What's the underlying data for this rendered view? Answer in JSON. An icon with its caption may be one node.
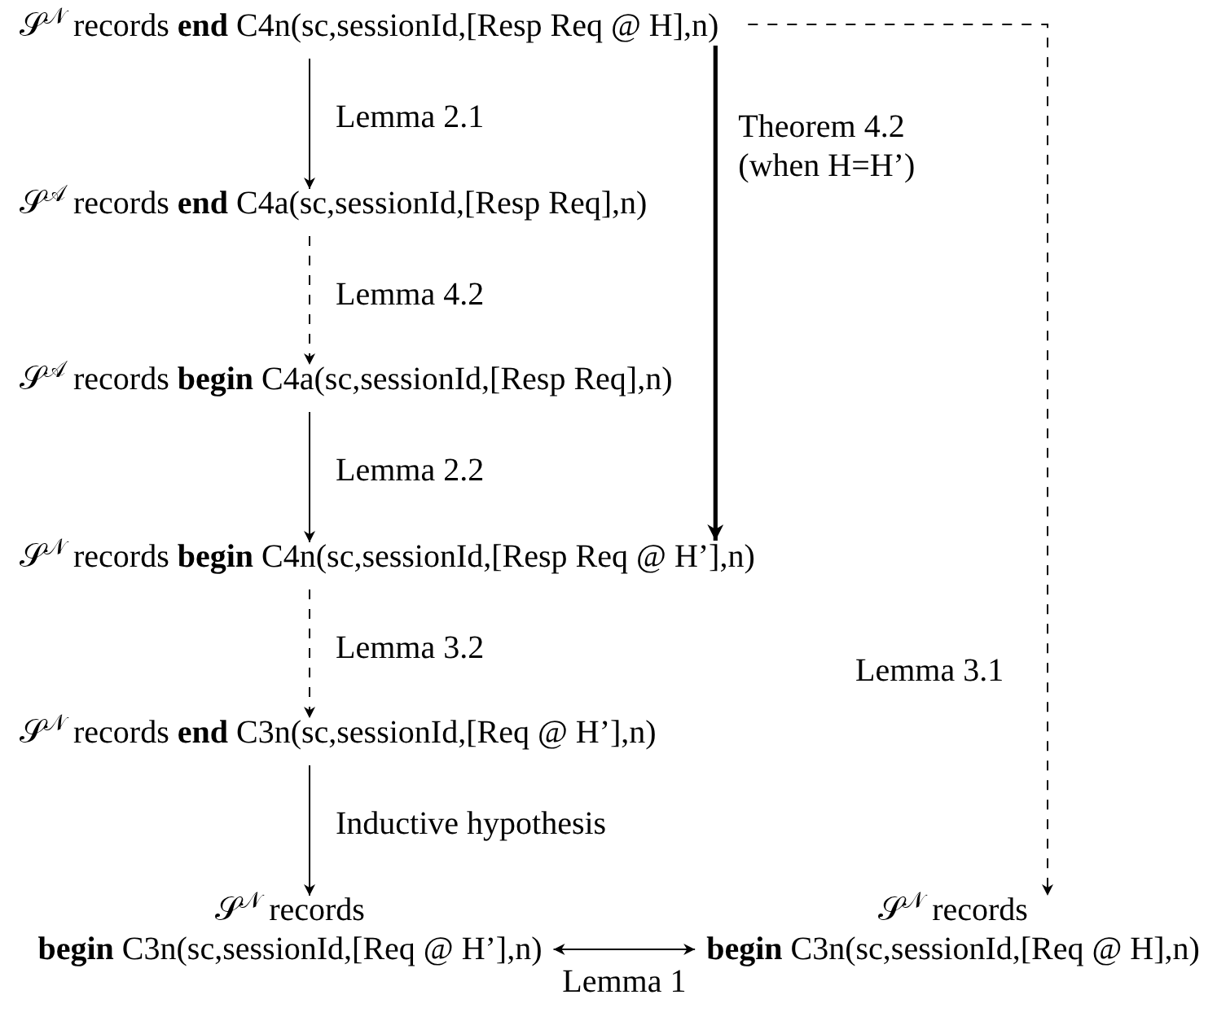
{
  "diagram": {
    "nodes": [
      {
        "text": [
          "𝒮$^{𝒩}$ records **end** C4n(sc,sessionId,[Resp Req @ H],n)"
        ]
      },
      {
        "text": [
          "𝒮$^{𝒜}$ records **end** C4a(sc,sessionId,[Resp Req],n)"
        ]
      },
      {
        "text": [
          "𝒮$^{𝒜}$ records **begin** C4a(sc,sessionId,[Resp Req],n)"
        ]
      },
      {
        "text": [
          "𝒮$^{𝒩}$ records **begin** C4n(sc,sessionId,[Resp Req @ H’],n)"
        ]
      },
      {
        "text": [
          "𝒮$^{𝒩}$ records **end** C3n(sc,sessionId,[Req @ H’],n)"
        ]
      },
      {
        "text": [
          "𝒮$^{𝒩}$ records",
          "**begin** C3n(sc,sessionId,[Req @ H’],n)"
        ]
      },
      {
        "text": [
          "𝒮$^{𝒩}$ records",
          "**begin** C3n(sc,sessionId,[Req @ H],n)"
        ]
      }
    ],
    "edges": [
      {
        "from": 0,
        "to": 1,
        "arrow": "to",
        "label": "Lemma 2.1"
      },
      {
        "from": 1,
        "to": 2,
        "arrow": "to",
        "label": "Lemma 4.2",
        "style": "dashed"
      },
      {
        "from": 2,
        "to": 3,
        "arrow": "to",
        "label": "Lemma 2.2"
      },
      {
        "from": 3,
        "to": 4,
        "arrow": "to",
        "label": "Lemma 3.2",
        "style": "dashed"
      },
      {
        "from": 4,
        "to": 5,
        "arrow": "to",
        "label": "Inductive hypothesis"
      },
      {
        "from": 0,
        "to": 3,
        "arrow": "to",
        "label": "Theorem 4.2 (when H=H’)",
        "style": "thick"
      },
      {
        "from": 0,
        "to": 6,
        "arrow": "to",
        "label": "Lemma 3.1",
        "style": "dashed"
      },
      {
        "from": 5,
        "to": 6,
        "arrow": "both",
        "label": "Lemma 1"
      }
    ]
  }
}
